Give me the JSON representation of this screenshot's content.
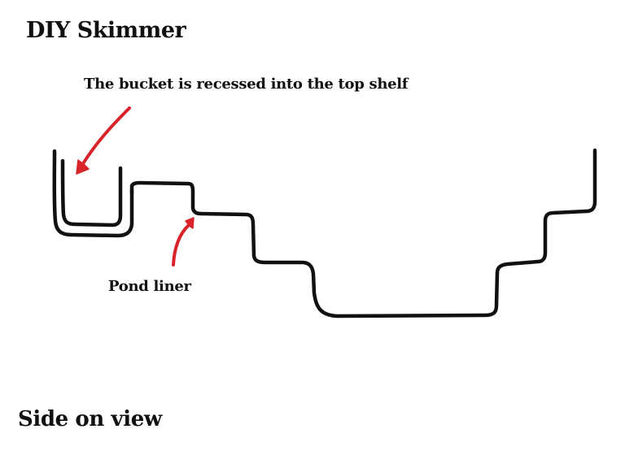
{
  "diagram": {
    "title": "DIY Skimmer",
    "bucket_note": "The bucket is recessed into the top shelf",
    "liner_note": "Pond liner",
    "view_label": "Side on view"
  },
  "colors": {
    "ink": "#111111",
    "arrow": "#d8232a",
    "background": "#ffffff"
  }
}
